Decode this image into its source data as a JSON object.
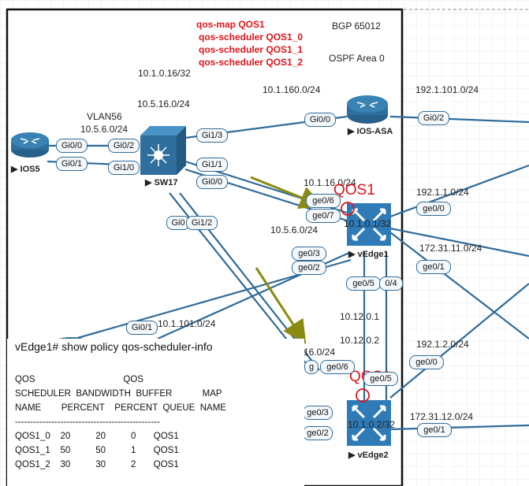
{
  "policy_labels": {
    "qos_map": "qos-map QOS1",
    "sched0": "qos-scheduler QOS1_0",
    "sched1": "qos-scheduler QOS1_1",
    "sched2": "qos-scheduler QOS1_2"
  },
  "area_labels": {
    "bgp": "BGP 65012",
    "ospf": "OSPF Area 0"
  },
  "qos_markers": {
    "edge1": "QOS1",
    "edge2": "QOS1"
  },
  "subnets": {
    "s1": "10.1.0.16/32",
    "s2": "10.5.16.0/24",
    "s3": "10.1.160.0/24",
    "s4": "192.1.101.0/24",
    "vlan": "VLAN56",
    "s5": "10.5.6.0/24",
    "s6": "10.1.16.0/24",
    "s7": "192.1.1.0/24",
    "s8": "10.1.0.1/32",
    "s9": "10.5.6.0/24",
    "s10": "172.31.11.0/24",
    "s11": "10.12.0.1",
    "s12": "10.12.0.2",
    "s13": "192.1.2.0/24",
    "s14": "10.1.101.0/24",
    "s15": "16.0/24",
    "s16": "10.1.0.2/32",
    "s17": "172.31.12.0/24"
  },
  "devices": {
    "ios5": "IOS5",
    "sw17": "SW17",
    "iosasa": "IOS-ASA",
    "vedge1": "vEdge1",
    "vedge2": "vEdge2"
  },
  "ports": {
    "ios5_gi00": "Gi0/0",
    "ios5_gi01": "Gi0/1",
    "sw_gi02": "Gi0/2",
    "sw_gi10": "Gi1/0",
    "sw_gi13": "Gi1/3",
    "sw_gi11": "Gi1/1",
    "sw_gi00": "Gi0/0",
    "sw_gi0x": "Gi0",
    "sw_gi12": "Gi1/2",
    "asa_gi00": "Gi0/0",
    "asa_gi02": "Gi0/2",
    "ve1_ge06": "ge0/6",
    "ve1_ge07": "ge0/7",
    "ve1_ge00": "ge0/0",
    "ve1_ge03": "ge0/3",
    "ve1_ge02": "ge0/2",
    "ve1_ge01": "ge0/1",
    "ve1_ge05": "ge0/5",
    "ve1_ge04": "0/4",
    "left_gi01": "Gi0/1",
    "ve2_g": "g",
    "ve2_ge06": "ge0/6",
    "ve2_ge05": "ge0/5",
    "ve2_ge00": "ge0/0",
    "ve2_ge03": "ge0/3",
    "ve2_ge02": "ge0/2",
    "ve2_ge01": "ge0/1"
  },
  "cli": {
    "command": "vEdge1# show policy qos-scheduler-info",
    "header1": "QOS                                   QOS",
    "header2": "SCHEDULER  BANDWIDTH  BUFFER            MAP",
    "header3": "NAME        PERCENT    PERCENT  QUEUE  NAME",
    "separator": "------------------------------------------------",
    "rows": [
      "QOS1_0    20          20          0       QOS1",
      "QOS1_1    50          50          1       QOS1",
      "QOS1_2    30          30          2       QOS1"
    ]
  },
  "colors": {
    "link": "#2f6b9a",
    "arrow": "#8a8a10",
    "policy_text": "#e0141b",
    "device": "#2e6f9e"
  }
}
